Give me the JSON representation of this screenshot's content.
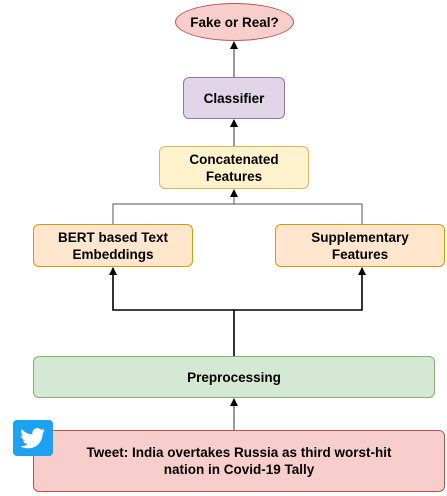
{
  "diagram": {
    "output_node": {
      "label": "Fake or Real?"
    },
    "classifier_node": {
      "label": "Classifier"
    },
    "concat_node": {
      "line1": "Concatenated",
      "line2": "Features"
    },
    "bert_node": {
      "line1": "BERT based Text",
      "line2": "Embeddings"
    },
    "supplementary_node": {
      "line1": "Supplementary",
      "line2": "Features"
    },
    "preprocessing_node": {
      "label": "Preprocessing"
    },
    "tweet_node": {
      "line1": "Tweet: India overtakes Russia as third worst-hit",
      "line2": "nation in Covid-19 Tally"
    },
    "icons": {
      "tweet_source_icon": "twitter-bird-icon"
    }
  },
  "colors": {
    "output_fill": "#f8cecc",
    "output_stroke": "#b85450",
    "classifier_fill": "#e1d5e7",
    "classifier_stroke": "#9673a6",
    "concat_fill": "#fff2cc",
    "concat_stroke": "#d6b656",
    "embedding_fill": "#ffe6cc",
    "embedding_stroke": "#d79b00",
    "preprocessing_fill": "#d5e8d4",
    "preprocessing_stroke": "#82b366",
    "tweet_fill": "#f8cecc",
    "tweet_stroke": "#b85450",
    "twitter_brand": "#1da1f2"
  }
}
